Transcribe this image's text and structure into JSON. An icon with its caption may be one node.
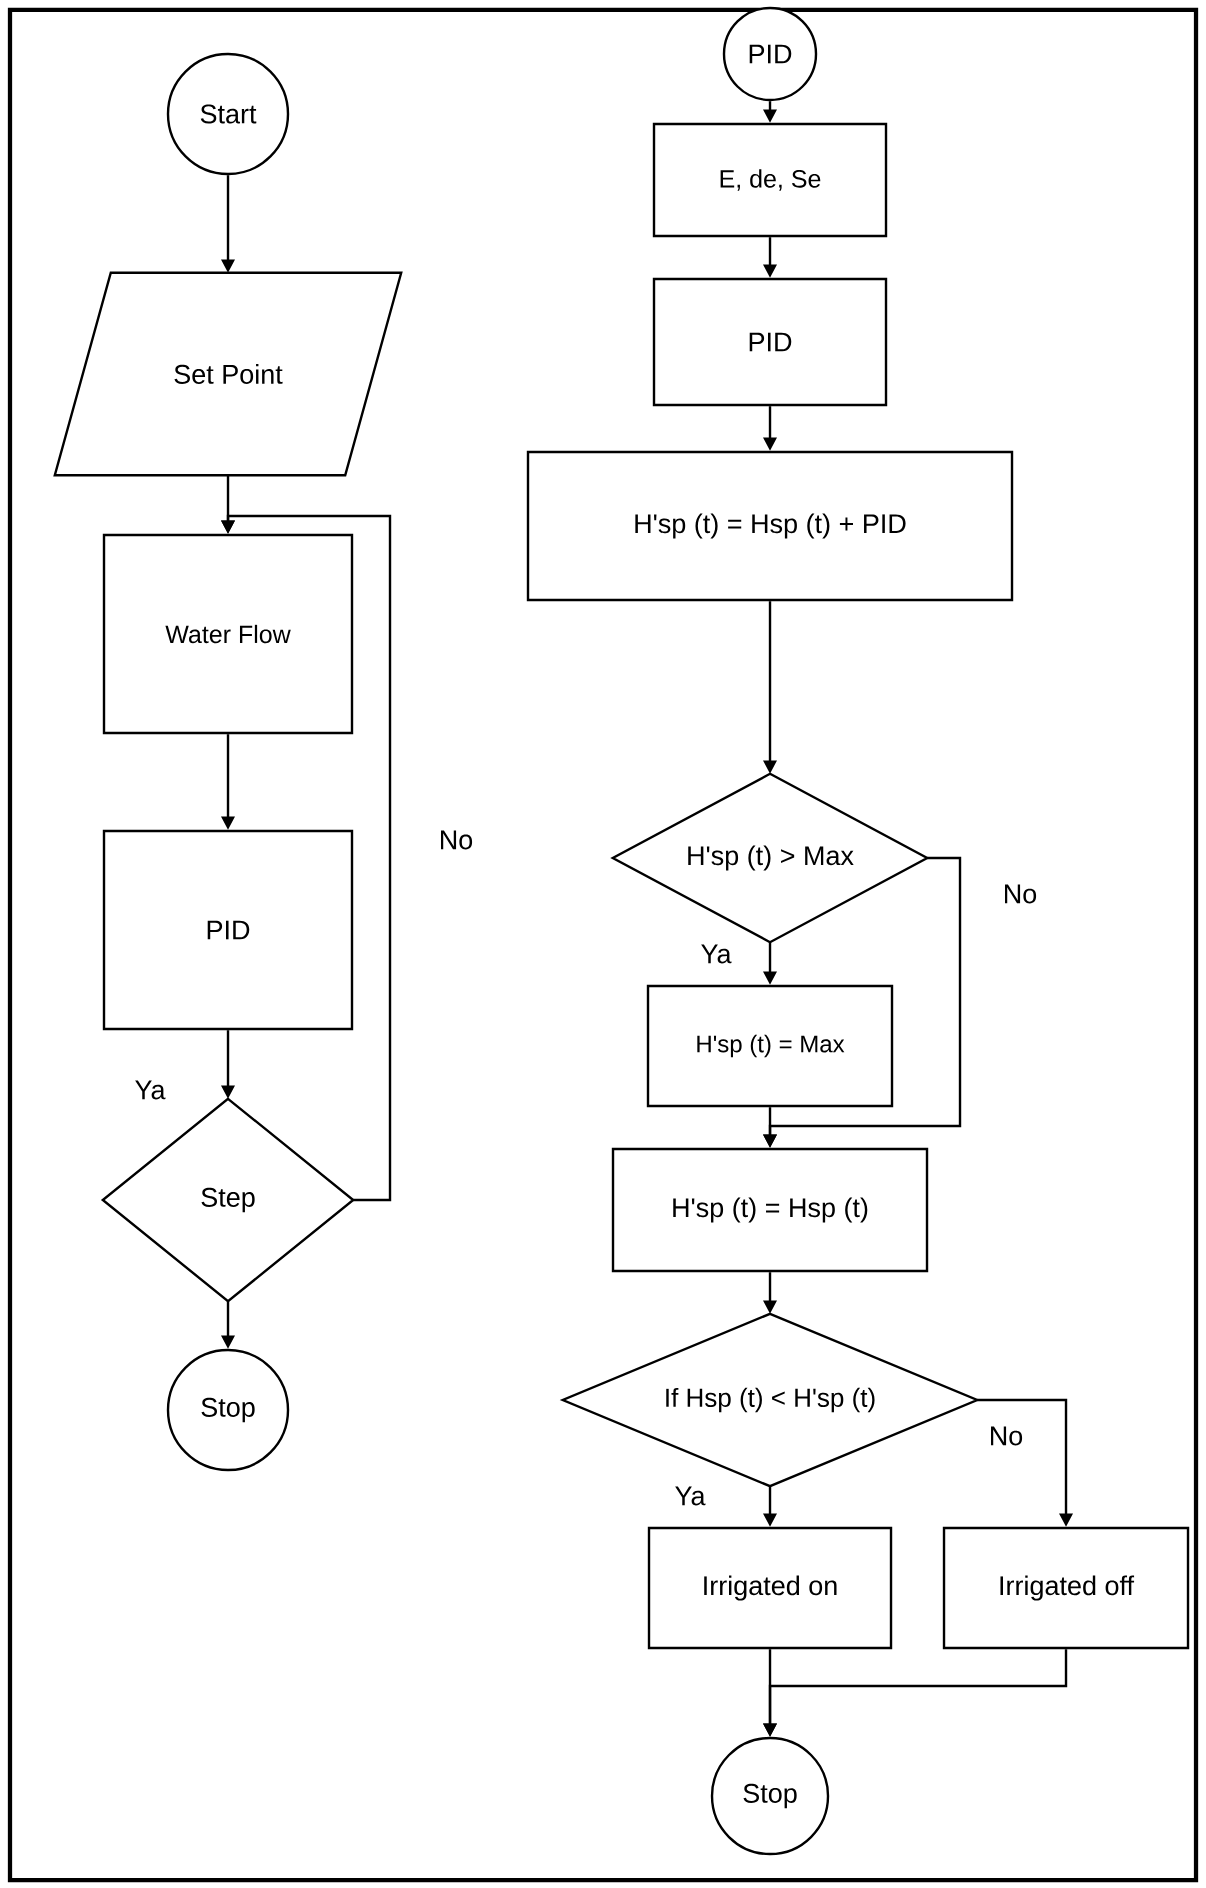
{
  "diagram": {
    "nodes": [
      {
        "text": [
          "Start"
        ]
      },
      {
        "text": [
          "Set Point"
        ]
      },
      {
        "text": [
          "Water Flow"
        ]
      },
      {
        "text": [
          "PID"
        ]
      },
      {
        "text": [
          "Step"
        ]
      },
      {
        "text": [
          "Stop"
        ]
      },
      {
        "text": [
          "PID"
        ]
      },
      {
        "text": [
          "E, de, Se"
        ]
      },
      {
        "text": [
          "PID"
        ]
      },
      {
        "text": [
          "H'sp (t) = Hsp (t) + PID"
        ]
      },
      {
        "text": [
          "H'sp (t) > Max"
        ]
      },
      {
        "text": [
          "H'sp (t) = Max"
        ]
      },
      {
        "text": [
          "H'sp (t) = Hsp (t)"
        ]
      },
      {
        "text": [
          "If Hsp (t) < H'sp (t)"
        ]
      },
      {
        "text": [
          "Irrigated on"
        ]
      },
      {
        "text": [
          "Irrigated off"
        ]
      },
      {
        "text": [
          "Stop"
        ]
      }
    ],
    "edges": [
      {
        "from": 0,
        "to": 1,
        "arrow": "to"
      },
      {
        "from": 1,
        "to": 2,
        "arrow": "to"
      },
      {
        "from": 2,
        "to": 3,
        "arrow": "to"
      },
      {
        "from": 3,
        "to": 4,
        "arrow": "to",
        "label": "Ya"
      },
      {
        "from": 4,
        "to": 2,
        "arrow": "to",
        "label": "No"
      },
      {
        "from": 4,
        "to": 5,
        "arrow": "to"
      },
      {
        "from": 6,
        "to": 7,
        "arrow": "to"
      },
      {
        "from": 7,
        "to": 8,
        "arrow": "to"
      },
      {
        "from": 8,
        "to": 9,
        "arrow": "to"
      },
      {
        "from": 9,
        "to": 10,
        "arrow": "to"
      },
      {
        "from": 10,
        "to": 11,
        "arrow": "to",
        "label": "Ya"
      },
      {
        "from": 10,
        "to": 12,
        "arrow": "to",
        "label": "No"
      },
      {
        "from": 11,
        "to": 12,
        "arrow": "to"
      },
      {
        "from": 12,
        "to": 13,
        "arrow": "to"
      },
      {
        "from": 13,
        "to": 14,
        "arrow": "to",
        "label": "Ya"
      },
      {
        "from": 13,
        "to": 15,
        "arrow": "to",
        "label": "No"
      },
      {
        "from": 14,
        "to": 16,
        "arrow": "to"
      },
      {
        "from": 15,
        "to": 16,
        "arrow": "to"
      }
    ]
  }
}
